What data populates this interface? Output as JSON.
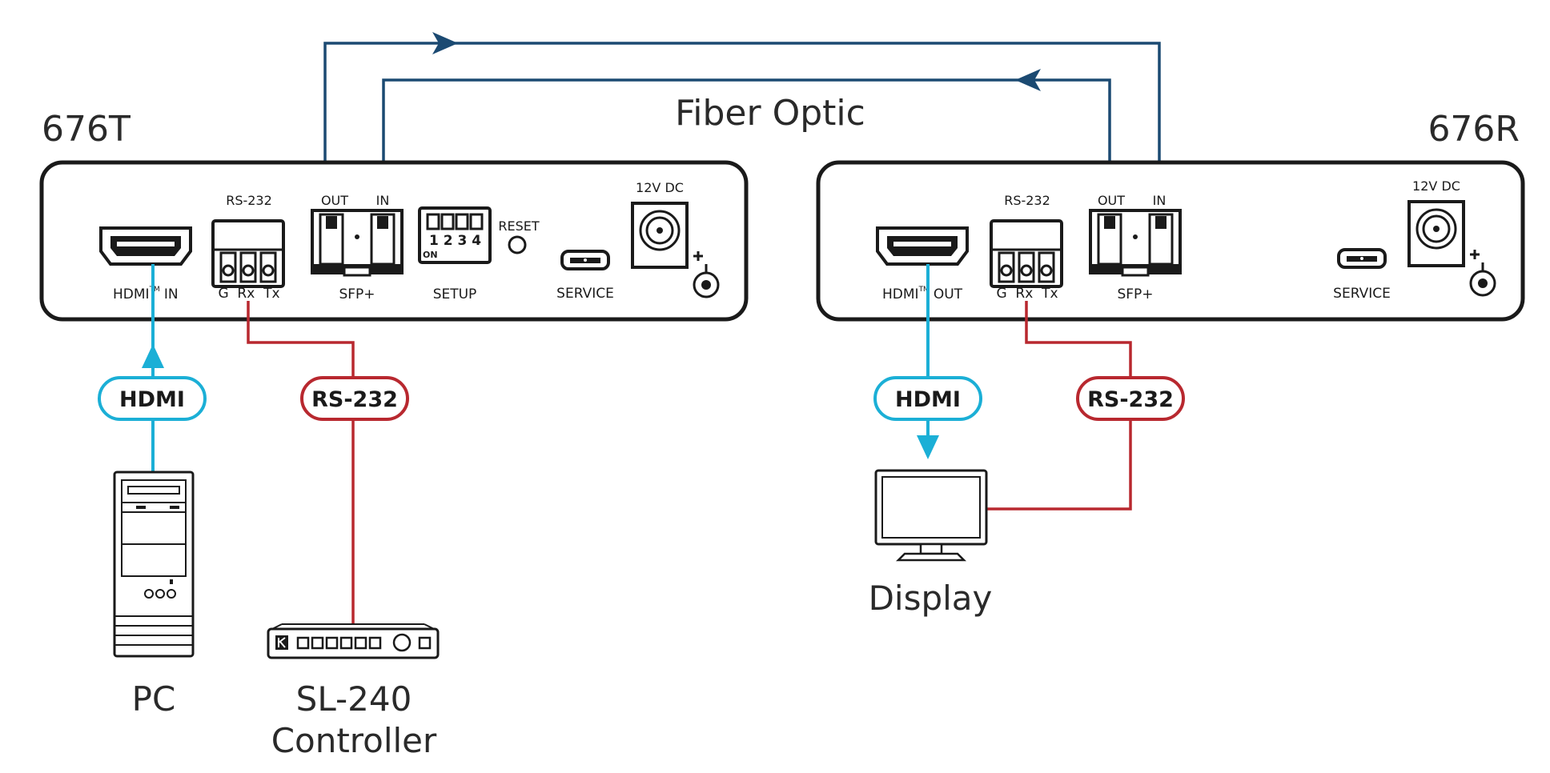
{
  "title": "Fiber Optic",
  "colors": {
    "fiber": "#1b4a72",
    "hdmi": "#1bafd6",
    "rs232": "#b8282f",
    "device": "#1a1a1a",
    "text": "#2a2a2a"
  },
  "transmitter": {
    "name": "676T",
    "ports": {
      "hdmi": "HDMI",
      "hdmi_tm": "TM",
      "hdmi_dir": "IN",
      "rs232_title": "RS-232",
      "rs232_pins": "G  Rx  Tx",
      "out": "OUT",
      "in": "IN",
      "sfp": "SFP+",
      "setup": "SETUP",
      "dip_numbers": "1 2 3 4",
      "dip_on": "ON",
      "reset": "RESET",
      "service": "SERVICE",
      "power": "12V DC"
    }
  },
  "receiver": {
    "name": "676R",
    "ports": {
      "hdmi": "HDMI",
      "hdmi_tm": "TM",
      "hdmi_dir": "OUT",
      "rs232_title": "RS-232",
      "rs232_pins": "G  Rx  Tx",
      "out": "OUT",
      "in": "IN",
      "sfp": "SFP+",
      "service": "SERVICE",
      "power": "12V DC"
    }
  },
  "cables": {
    "tx_hdmi": "HDMI",
    "tx_rs232": "RS-232",
    "rx_hdmi": "HDMI",
    "rx_rs232": "RS-232"
  },
  "devices": {
    "pc": "PC",
    "controller_line1": "SL-240",
    "controller_line2": "Controller",
    "display": "Display"
  }
}
